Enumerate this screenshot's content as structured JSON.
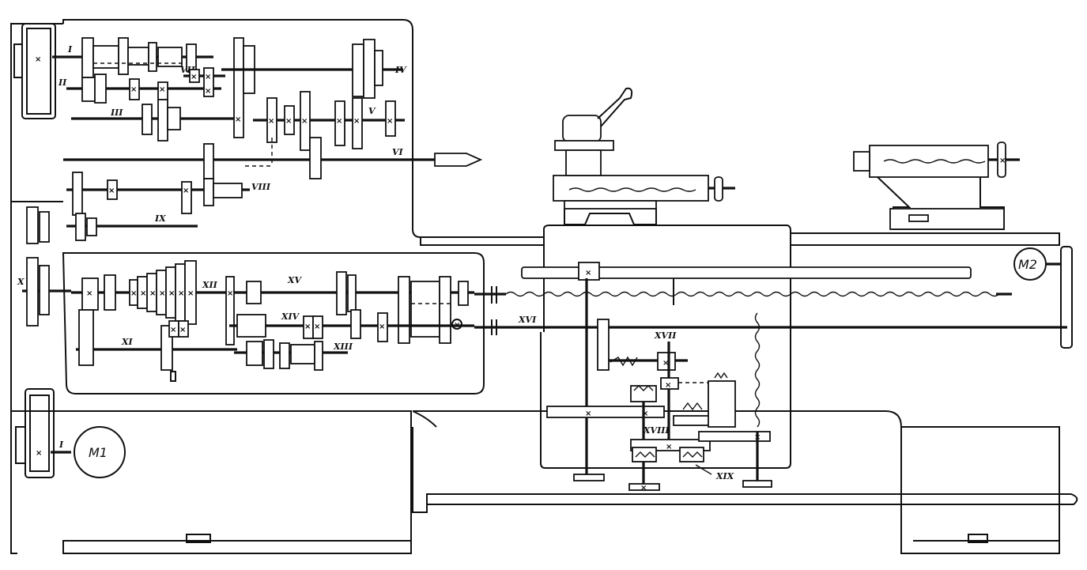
{
  "motors": {
    "main": "M1",
    "auxiliary": "M2"
  },
  "shafts": {
    "s1": "I",
    "s1b": "I",
    "s2": "II",
    "s3": "III",
    "s4": "IV",
    "s5": "V",
    "s6": "VI",
    "s7": "VII",
    "s8": "VIII",
    "s9": "IX",
    "s10": "X",
    "s11": "XI",
    "s12": "XII",
    "s13": "XIII",
    "s14": "XIV",
    "s15": "XV",
    "s16": "XVI",
    "s17": "XVII",
    "s18": "XVIII",
    "s19": "XIX"
  },
  "marks": {
    "gear": "×"
  }
}
